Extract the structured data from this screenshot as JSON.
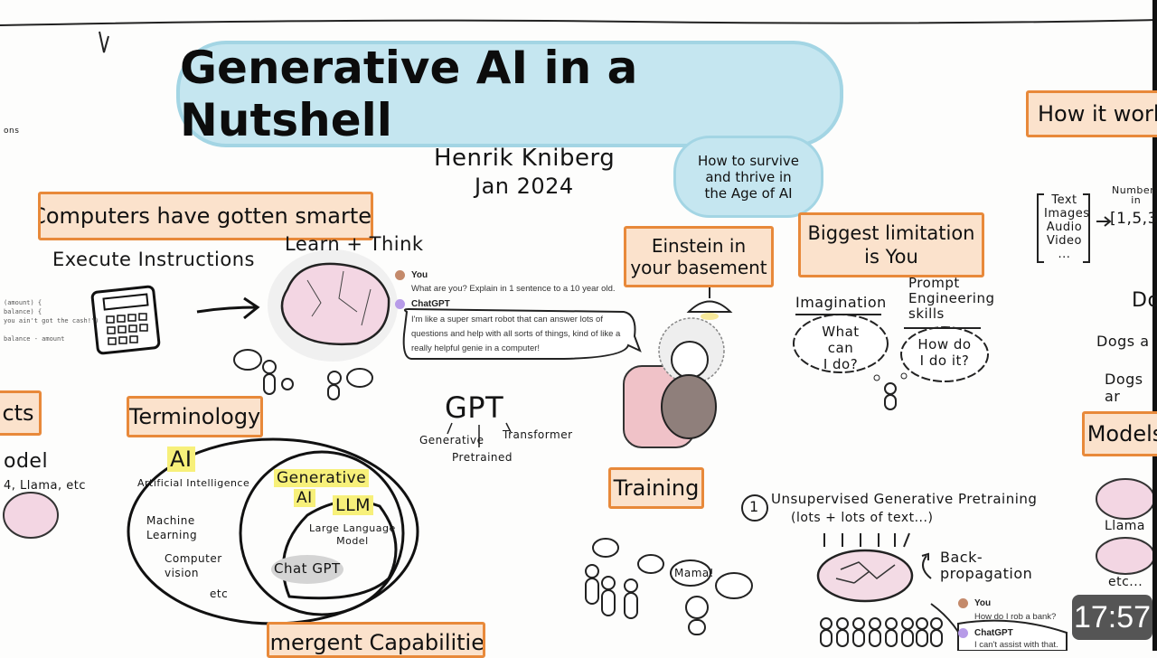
{
  "title": "Generative AI in a Nutshell",
  "author": "Henrik Kniberg",
  "date": "Jan 2024",
  "subtitle_bubble": [
    "How to survive",
    "and thrive in",
    "the Age of AI"
  ],
  "top_left_fragment": "ons",
  "sections": {
    "computers": {
      "label": "Computers have gotten smarter",
      "execute": "Execute Instructions",
      "learn": "Learn + Think",
      "code_lines": [
        "(amount) {",
        "balance) {",
        "you ain't got the cash!\")",
        "",
        "balance - amount"
      ]
    },
    "chat1": {
      "user_name": "You",
      "user_message": "What are you? Explain in 1 sentence to a 10 year old.",
      "bot_name": "ChatGPT",
      "bot_message": "I'm like a super smart robot that can answer lots of questions and help with all sorts of things, kind of like a really helpful genie in a computer!"
    },
    "einstein": {
      "label_line1": "Einstein in",
      "label_line2": "your basement"
    },
    "limitation": {
      "label_line1": "Biggest limitation",
      "label_line2": "is You",
      "imagination": "Imagination",
      "imagination_thought": [
        "What can",
        "I do?"
      ],
      "prompt": [
        "Prompt",
        "Engineering",
        "skills"
      ],
      "prompt_thought": [
        "How do",
        "I do it?"
      ]
    },
    "how_it_works": {
      "label": "How it works",
      "inputs": [
        "Text",
        "Images",
        "Audio",
        "Video",
        "..."
      ],
      "numbers_label": [
        "Numbers",
        "in"
      ],
      "numbers": "[1,5,3",
      "fragments": [
        "Do",
        "Dogs a",
        "Dogs ar"
      ]
    },
    "models": {
      "label": "Models",
      "llama": "Llama",
      "etc": "etc..."
    },
    "left_edge": {
      "label": "cts",
      "model": "odel",
      "model_list": "4, Llama, etc"
    },
    "terminology": {
      "label": "Terminology",
      "ai": "AI",
      "ai_full": "Artificial Intelligence",
      "ml": [
        "Machine",
        "Learning"
      ],
      "cv": [
        "Computer",
        "vision"
      ],
      "etc": "etc",
      "gen_ai": [
        "Generative",
        "AI"
      ],
      "llm": "LLM",
      "llm_full": [
        "Large Language",
        "Model"
      ],
      "chatgpt": "Chat GPT"
    },
    "gpt": {
      "title": "GPT",
      "g": "Generative",
      "p": "Pretrained",
      "t": "Transformer"
    },
    "training": {
      "label": "Training",
      "step_number": "1",
      "step": "Unsupervised Generative Pretraining",
      "step_note": "(lots + lots of text...)",
      "backprop": [
        "Back-",
        "propagation"
      ],
      "speech": [
        "Mama!"
      ]
    },
    "chat2": {
      "user_name": "You",
      "user_message": "How do I rob a bank?",
      "bot_name": "ChatGPT",
      "bot_message": "I can't assist with that."
    },
    "emergent": {
      "label": "Emergent Capabilities"
    }
  },
  "video_overlay": {
    "timestamp": "17:57"
  },
  "colors": {
    "label_fill": "#fbe2cc",
    "label_border": "#e8893a",
    "title_fill": "#c5e6f0",
    "highlight": "#f7f07a",
    "brain": "#f2d3e0"
  }
}
